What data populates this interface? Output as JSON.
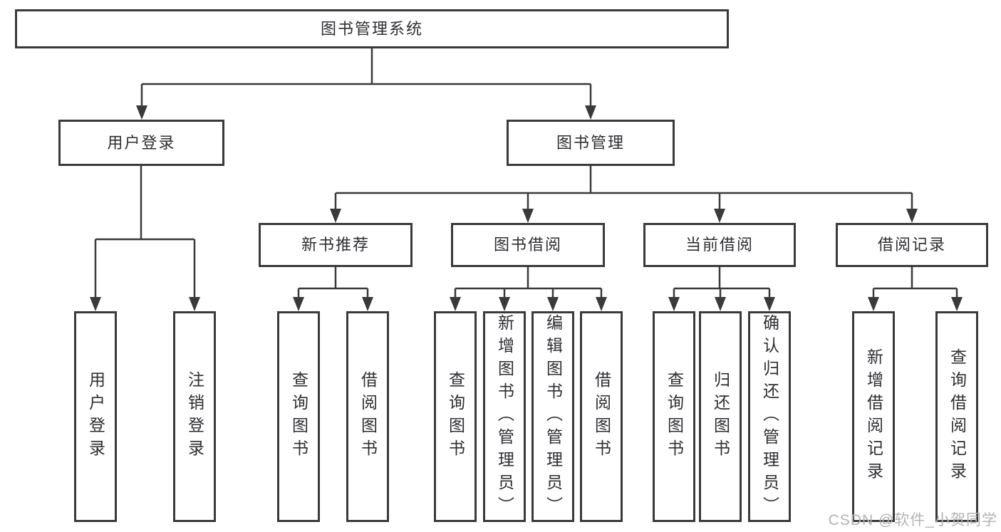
{
  "diagram": {
    "title": "图书管理系统",
    "branches": {
      "user_login": {
        "label": "用户登录",
        "children": [
          "用户登录",
          "注销登录"
        ]
      },
      "book_mgmt": {
        "label": "图书管理"
      }
    },
    "modules": [
      {
        "label": "新书推荐",
        "children": [
          "查询图书",
          "借阅图书"
        ]
      },
      {
        "label": "图书借阅",
        "children": [
          "查询图书",
          "新增图书（管理员）",
          "编辑图书（管理员）",
          "借阅图书"
        ]
      },
      {
        "label": "当前借阅",
        "children": [
          "查询图书",
          "归还图书",
          "确认归还（管理员）"
        ]
      },
      {
        "label": "借阅记录",
        "children": [
          "新增借阅记录",
          "查询借阅记录"
        ]
      }
    ]
  },
  "watermark": {
    "text": "CSDN @软件_小贺同学"
  },
  "colors": {
    "line": "#3a3a3c",
    "text": "#2e2e33",
    "watermark_text": "#b3b3b3",
    "background": "#ffffff"
  }
}
